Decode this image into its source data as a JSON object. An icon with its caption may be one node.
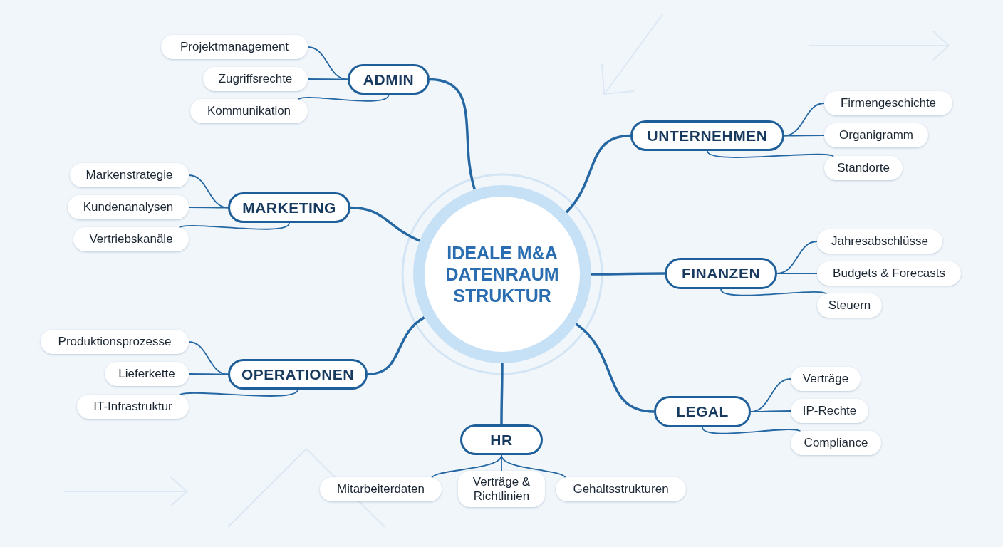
{
  "diagram": {
    "nodes": [
      {
        "text": [
          "IDEALE M&A DATENRAUM STRUKTUR"
        ]
      },
      {
        "text": [
          "ADMIN"
        ]
      },
      {
        "text": [
          "Projektmanagement"
        ]
      },
      {
        "text": [
          "Zugriffsrechte"
        ]
      },
      {
        "text": [
          "Kommunikation"
        ]
      },
      {
        "text": [
          "MARKETING"
        ]
      },
      {
        "text": [
          "Markenstrategie"
        ]
      },
      {
        "text": [
          "Kundenanalysen"
        ]
      },
      {
        "text": [
          "Vertriebskanäle"
        ]
      },
      {
        "text": [
          "OPERATIONEN"
        ]
      },
      {
        "text": [
          "Produktionsprozesse"
        ]
      },
      {
        "text": [
          "Lieferkette"
        ]
      },
      {
        "text": [
          "IT-Infrastruktur"
        ]
      },
      {
        "text": [
          "HR"
        ]
      },
      {
        "text": [
          "Mitarbeiterdaten"
        ]
      },
      {
        "text": [
          "Verträge & Richtlinien"
        ]
      },
      {
        "text": [
          "Gehaltsstrukturen"
        ]
      },
      {
        "text": [
          "UNTERNEHMEN"
        ]
      },
      {
        "text": [
          "Firmengeschichte"
        ]
      },
      {
        "text": [
          "Organigramm"
        ]
      },
      {
        "text": [
          "Standorte"
        ]
      },
      {
        "text": [
          "FINANZEN"
        ]
      },
      {
        "text": [
          "Jahresabschlüsse"
        ]
      },
      {
        "text": [
          "Budgets & Forecasts"
        ]
      },
      {
        "text": [
          "Steuern"
        ]
      },
      {
        "text": [
          "LEGAL"
        ]
      },
      {
        "text": [
          "Verträge"
        ]
      },
      {
        "text": [
          "IP-Rechte"
        ]
      },
      {
        "text": [
          "Compliance"
        ]
      }
    ],
    "edges": [
      {
        "from": 0,
        "to": 1,
        "arrow": "none"
      },
      {
        "from": 1,
        "to": 2,
        "arrow": "none"
      },
      {
        "from": 1,
        "to": 3,
        "arrow": "none"
      },
      {
        "from": 1,
        "to": 4,
        "arrow": "none"
      },
      {
        "from": 0,
        "to": 5,
        "arrow": "none"
      },
      {
        "from": 5,
        "to": 6,
        "arrow": "none"
      },
      {
        "from": 5,
        "to": 7,
        "arrow": "none"
      },
      {
        "from": 5,
        "to": 8,
        "arrow": "none"
      },
      {
        "from": 0,
        "to": 9,
        "arrow": "none"
      },
      {
        "from": 9,
        "to": 10,
        "arrow": "none"
      },
      {
        "from": 9,
        "to": 11,
        "arrow": "none"
      },
      {
        "from": 9,
        "to": 12,
        "arrow": "none"
      },
      {
        "from": 0,
        "to": 13,
        "arrow": "none"
      },
      {
        "from": 13,
        "to": 14,
        "arrow": "none"
      },
      {
        "from": 13,
        "to": 15,
        "arrow": "none"
      },
      {
        "from": 13,
        "to": 16,
        "arrow": "none"
      },
      {
        "from": 0,
        "to": 17,
        "arrow": "none"
      },
      {
        "from": 17,
        "to": 18,
        "arrow": "none"
      },
      {
        "from": 17,
        "to": 19,
        "arrow": "none"
      },
      {
        "from": 17,
        "to": 20,
        "arrow": "none"
      },
      {
        "from": 0,
        "to": 21,
        "arrow": "none"
      },
      {
        "from": 21,
        "to": 22,
        "arrow": "none"
      },
      {
        "from": 21,
        "to": 23,
        "arrow": "none"
      },
      {
        "from": 21,
        "to": 24,
        "arrow": "none"
      },
      {
        "from": 0,
        "to": 25,
        "arrow": "none"
      },
      {
        "from": 25,
        "to": 26,
        "arrow": "none"
      },
      {
        "from": 25,
        "to": 27,
        "arrow": "none"
      },
      {
        "from": 25,
        "to": 28,
        "arrow": "none"
      }
    ]
  }
}
